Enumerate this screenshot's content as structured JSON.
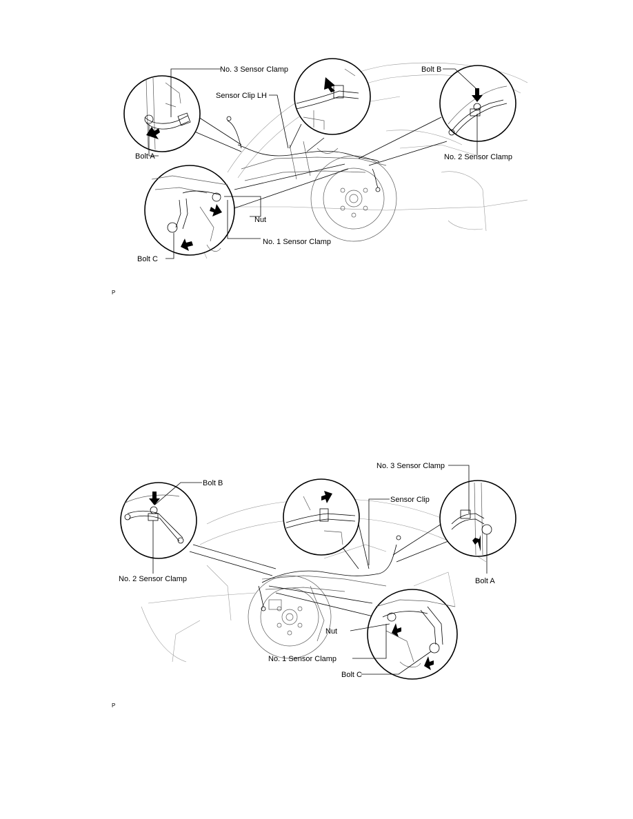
{
  "figure1": {
    "labels": {
      "no3_sensor_clamp": "No. 3 Sensor Clamp",
      "sensor_clip_lh": "Sensor Clip LH",
      "bolt_b": "Bolt B",
      "bolt_a": "Bolt A",
      "no2_sensor_clamp": "No. 2 Sensor Clamp",
      "nut": "Nut",
      "no1_sensor_clamp": "No. 1 Sensor Clamp",
      "bolt_c": "Bolt C"
    },
    "page_mark": "P"
  },
  "figure2": {
    "labels": {
      "bolt_b": "Bolt B",
      "sensor_clip": "Sensor Clip",
      "no3_sensor_clamp": "No. 3 Sensor Clamp",
      "no2_sensor_clamp": "No. 2 Sensor Clamp",
      "bolt_a": "Bolt A",
      "nut": "Nut",
      "no1_sensor_clamp": "No. 1 Sensor Clamp",
      "bolt_c": "Bolt C"
    },
    "page_mark": "P"
  }
}
